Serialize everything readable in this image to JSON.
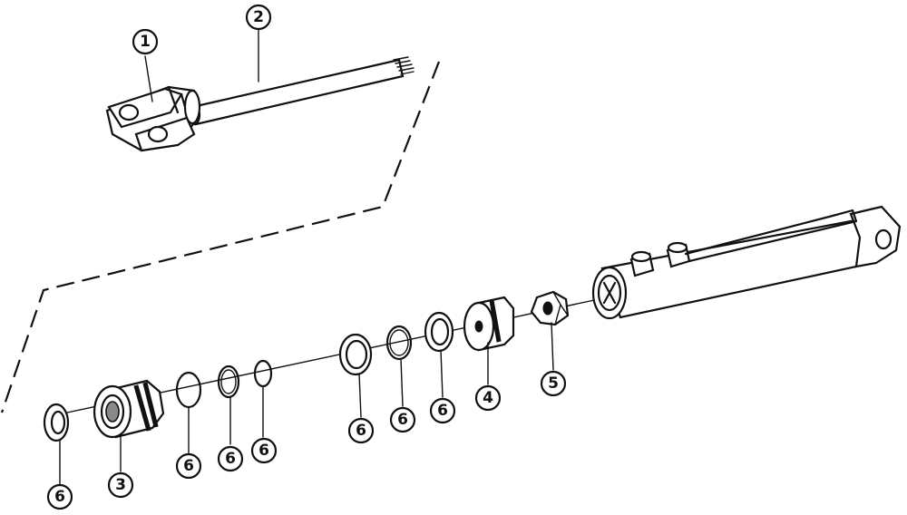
{
  "callouts": [
    {
      "id": "c1",
      "label": "1"
    },
    {
      "id": "c2",
      "label": "2"
    },
    {
      "id": "c3",
      "label": "3"
    },
    {
      "id": "c4",
      "label": "4"
    },
    {
      "id": "c5",
      "label": "5"
    },
    {
      "id": "c6a",
      "label": "6"
    },
    {
      "id": "c6b",
      "label": "6"
    },
    {
      "id": "c6c",
      "label": "6"
    },
    {
      "id": "c6d",
      "label": "6"
    },
    {
      "id": "c6e",
      "label": "6"
    },
    {
      "id": "c6f",
      "label": "6"
    },
    {
      "id": "c6g",
      "label": "6"
    }
  ]
}
